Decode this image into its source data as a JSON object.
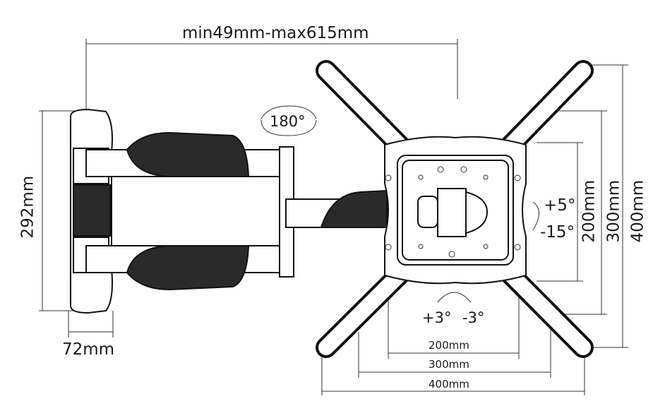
{
  "title_dimension": "min49mm-max615mm",
  "swivel_label": "180°",
  "wall_plate_height": "292mm",
  "wall_plate_width": "72mm",
  "tilt": {
    "up": "+5°",
    "down": "-15°"
  },
  "rotation": {
    "plus": "+3°",
    "minus": "-3°"
  },
  "vesa_vertical": [
    "200mm",
    "300mm",
    "400mm"
  ],
  "vesa_horizontal": [
    "200mm",
    "300mm",
    "400mm"
  ]
}
